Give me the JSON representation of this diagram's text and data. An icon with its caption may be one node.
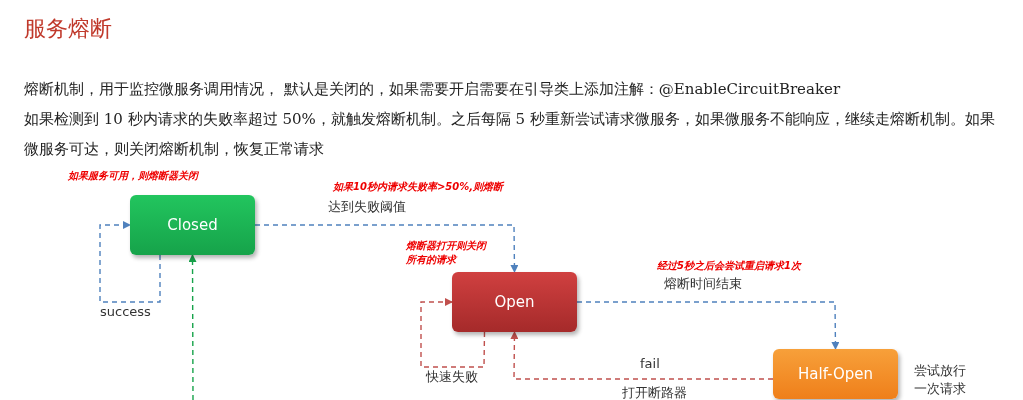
{
  "diagram": {
    "title": "服务熔断",
    "nodes": [
      {
        "text": [
          "Closed"
        ]
      },
      {
        "text": [
          "Open"
        ]
      },
      {
        "text": [
          "Half-Open"
        ],
        "beside": [
          "尝试放行一次请求"
        ]
      }
    ],
    "edges": [
      {
        "from": 0,
        "to": 0,
        "arrow": "to",
        "style": "dashed",
        "label": "success"
      },
      {
        "from": 0,
        "to": 1,
        "arrow": "to",
        "style": "dashed",
        "label": "达到失败阈值"
      },
      {
        "from": 1,
        "to": 1,
        "arrow": "to",
        "style": "dashed",
        "color": "#c0504d",
        "label": "快速失败"
      },
      {
        "from": 1,
        "to": 2,
        "arrow": "to",
        "style": "dashed",
        "label": "熔断时间结束"
      },
      {
        "from": 2,
        "to": 1,
        "arrow": "to",
        "style": "dashed",
        "color": "#c0504d",
        "label": "fail"
      },
      {
        "from": null,
        "to": 0,
        "arrow": "to",
        "style": "dashed",
        "color": "#16a34a"
      }
    ],
    "labels": [
      "熔断机制，用于监控微服务调用情况， 默认是关闭的，如果需要开启需要在引导类上添加注解：@EnableCircuitBreaker",
      "如果检测到 10 秒内请求的失败率超过 50%，就触发熔断机制。之后每隔 5 秒重新尝试请求微服务，如果微服务不能响应，继续走熔断机制。如果微服务可达，则关闭熔断机制，恢复正常请求",
      "如果服务可用，则熔断器关闭",
      "如果10秒内请求失败率>50%,则熔断",
      "熔断器打开则关闭所有的请求",
      "经过5秒之后会尝试重启请求1次",
      "打开断路器"
    ]
  }
}
